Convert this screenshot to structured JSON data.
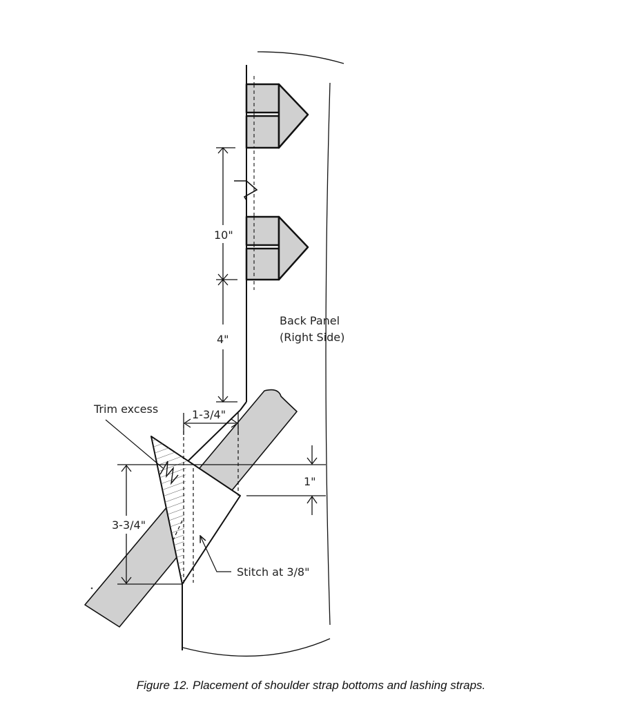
{
  "labels": {
    "back_panel_line1": "Back Panel",
    "back_panel_line2": "(Right Side)",
    "dim_10": "10\"",
    "dim_4": "4\"",
    "dim_1_3_4": "1-3/4\"",
    "dim_1": "1\"",
    "dim_3_3_4": "3-3/4\"",
    "trim_excess": "Trim excess",
    "stitch": "Stitch at 3/8\""
  },
  "caption": "Figure 12.  Placement of shoulder strap bottoms and lashing straps.",
  "colors": {
    "strap_fill": "#d0d0d0",
    "line": "#111111"
  }
}
